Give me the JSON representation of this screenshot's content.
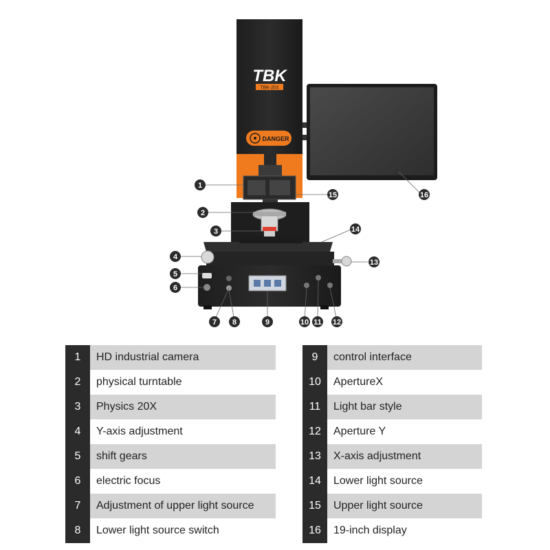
{
  "brand": {
    "logo": "TBK",
    "model": "TBK-201",
    "warning": "DANGER"
  },
  "colors": {
    "orange": "#f07b1f",
    "dark": "#2b2b2b",
    "shade": "#d4d4d4"
  },
  "callouts": [
    "1",
    "2",
    "3",
    "4",
    "5",
    "6",
    "7",
    "8",
    "9",
    "10",
    "11",
    "12",
    "13",
    "14",
    "15",
    "16"
  ],
  "legend_left": [
    {
      "num": "1",
      "label": "HD industrial camera"
    },
    {
      "num": "2",
      "label": "physical turntable"
    },
    {
      "num": "3",
      "label": "Physics 20X"
    },
    {
      "num": "4",
      "label": "Y-axis adjustment"
    },
    {
      "num": "5",
      "label": "shift gears"
    },
    {
      "num": "6",
      "label": "electric focus"
    },
    {
      "num": "7",
      "label": "Adjustment of upper light source"
    },
    {
      "num": "8",
      "label": "Lower light source switch"
    }
  ],
  "legend_right": [
    {
      "num": "9",
      "label": "control interface"
    },
    {
      "num": "10",
      "label": "ApertureX"
    },
    {
      "num": "11",
      "label": "Light bar style"
    },
    {
      "num": "12",
      "label": "Aperture Y"
    },
    {
      "num": "13",
      "label": "X-axis adjustment"
    },
    {
      "num": "14",
      "label": "Lower light source"
    },
    {
      "num": "15",
      "label": "Upper light source"
    },
    {
      "num": "16",
      "label": "19-inch display"
    }
  ]
}
